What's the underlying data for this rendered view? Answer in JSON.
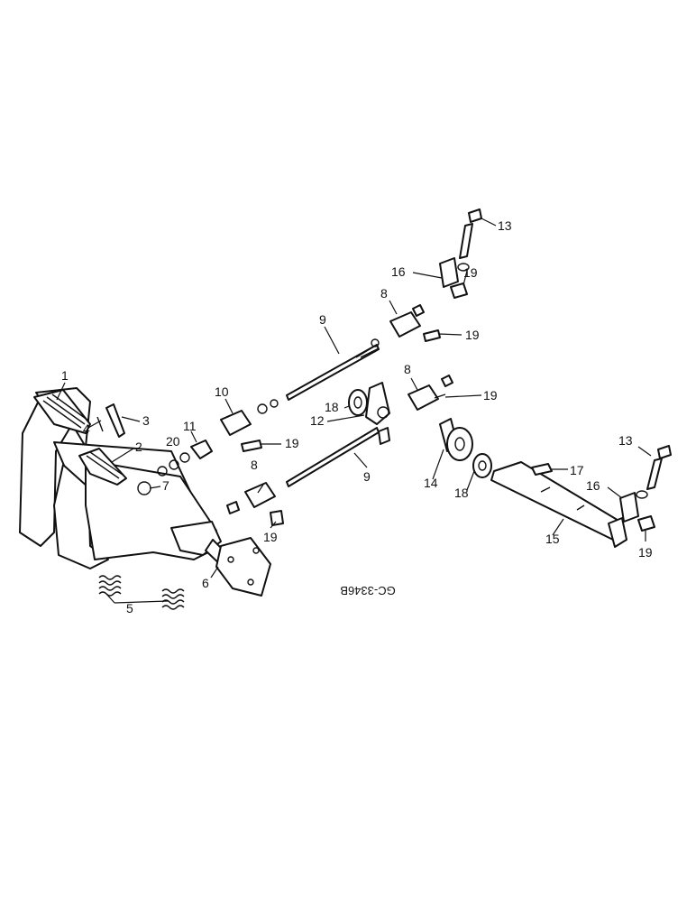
{
  "callouts": [
    "1",
    "2",
    "3",
    "4",
    "5",
    "6",
    "7",
    "8",
    "8",
    "8",
    "9",
    "9",
    "10",
    "11",
    "12",
    "13",
    "13",
    "14",
    "15",
    "16",
    "16",
    "17",
    "18",
    "18",
    "19",
    "19",
    "19",
    "19",
    "19",
    "19",
    "20"
  ],
  "drawing_code": "GC-3346B"
}
